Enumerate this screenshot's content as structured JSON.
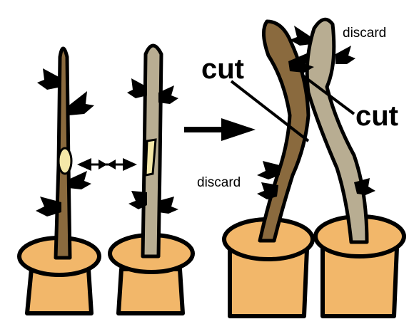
{
  "labels": {
    "cut_left": "cut",
    "cut_right": "cut",
    "discard_top": "discard",
    "discard_bottom": "discard"
  },
  "colors": {
    "dark_stem": "#8a6a3e",
    "light_stem": "#b8ad92",
    "pot": "#f2b76a",
    "outline": "#000000",
    "wound": "#f4e8a8"
  }
}
